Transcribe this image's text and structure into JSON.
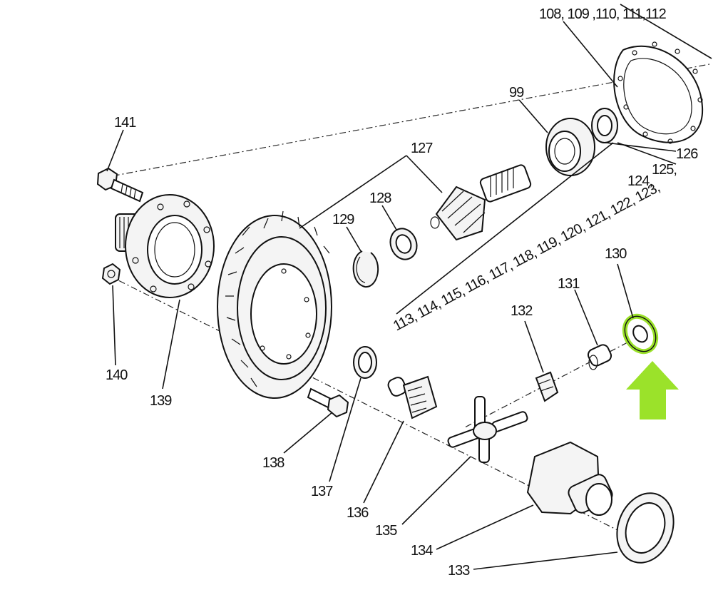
{
  "labels": {
    "l141": "141",
    "l140": "140",
    "l139": "139",
    "l138": "138",
    "l137": "137",
    "l136": "136",
    "l135": "135",
    "l134": "134",
    "l133": "133",
    "l132": "132",
    "l131": "131",
    "l130": "130",
    "l129": "129",
    "l128": "128",
    "l127": "127",
    "l126": "126",
    "l99": "99",
    "top_group": "108, 109 ,110, 111,112",
    "group_right": "125,",
    "group_mid": "124,",
    "group_113": "113, 114, 115, 116, 117, 118, 119, 120, 121, 122, 123,"
  },
  "colors": {
    "highlight": "#9be22a",
    "ink": "#111111"
  }
}
